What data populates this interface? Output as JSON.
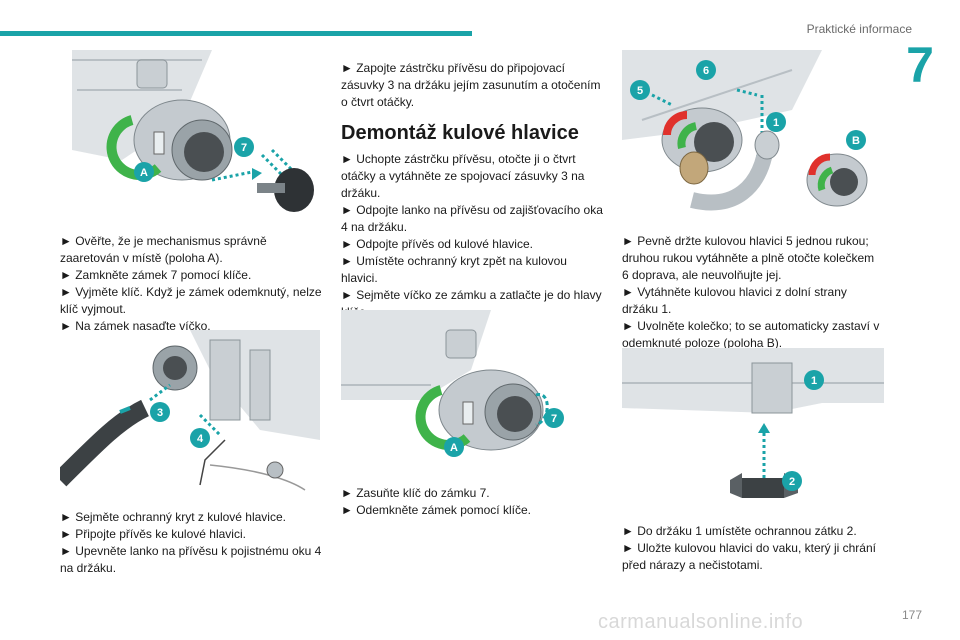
{
  "header": {
    "section": "Praktické informace",
    "chapter": "7"
  },
  "col1": {
    "steps_a": [
      "► Ověřte, že je mechanismus správně zaaretován v místě (poloha A).",
      "► Zamkněte zámek 7 pomocí klíče.",
      "► Vyjměte klíč. Když je zámek odemknutý, nelze klíč vyjmout.",
      "► Na zámek nasaďte víčko."
    ],
    "steps_b": [
      "► Sejměte ochranný kryt z kulové hlavice.",
      "► Připojte přívěs ke kulové hlavici.",
      "► Upevněte lanko na přívěsu k pojistnému oku 4 na držáku."
    ]
  },
  "col2": {
    "intro": "► Zapojte zástrčku přívěsu do připojovací zásuvky 3 na držáku jejím zasunutím a otočením o čtvrt otáčky.",
    "heading": "Demontáž kulové hlavice",
    "steps": [
      "► Uchopte zástrčku přívěsu, otočte ji o čtvrt otáčky a vytáhněte ze spojovací zásuvky 3 na držáku.",
      "► Odpojte lanko na přívěsu od zajišťovacího oka 4 na držáku.",
      "► Odpojte přívěs od kulové hlavice.",
      "► Umístěte ochranný kryt zpět na kulovou hlavici.",
      "► Sejměte víčko ze zámku a zatlačte je do hlavy klíče."
    ],
    "steps_b": [
      "► Zasuňte klíč do zámku 7.",
      "► Odemkněte zámek pomocí klíče."
    ]
  },
  "col3": {
    "steps": [
      "► Pevně držte kulovou hlavici 5 jednou rukou; druhou rukou vytáhněte a plně otočte kolečkem 6 doprava, ale neuvolňujte jej.",
      "► Vytáhněte kulovou hlavici z dolní strany držáku 1.",
      "► Uvolněte kolečko; to se automaticky zastaví v odemknuté poloze (poloha B)."
    ],
    "steps_b": [
      "► Do držáku 1 umístěte ochrannou zátku 2.",
      "► Uložte kulovou hlavici do vaku, který ji chrání před nárazy a nečistotami."
    ]
  },
  "figure_labels": {
    "fig1": [
      "7",
      "A"
    ],
    "fig2": [
      "3",
      "4"
    ],
    "fig3": [
      "7",
      "A"
    ],
    "fig4": [
      "5",
      "6",
      "1",
      "B"
    ],
    "fig5": [
      "1",
      "2"
    ]
  },
  "footer": {
    "page": "177",
    "watermark": "carmanualsonline.info"
  },
  "colors": {
    "accent": "#1aa3a8",
    "lock_green": "#3fb34a",
    "lock_red": "#e0312c"
  }
}
